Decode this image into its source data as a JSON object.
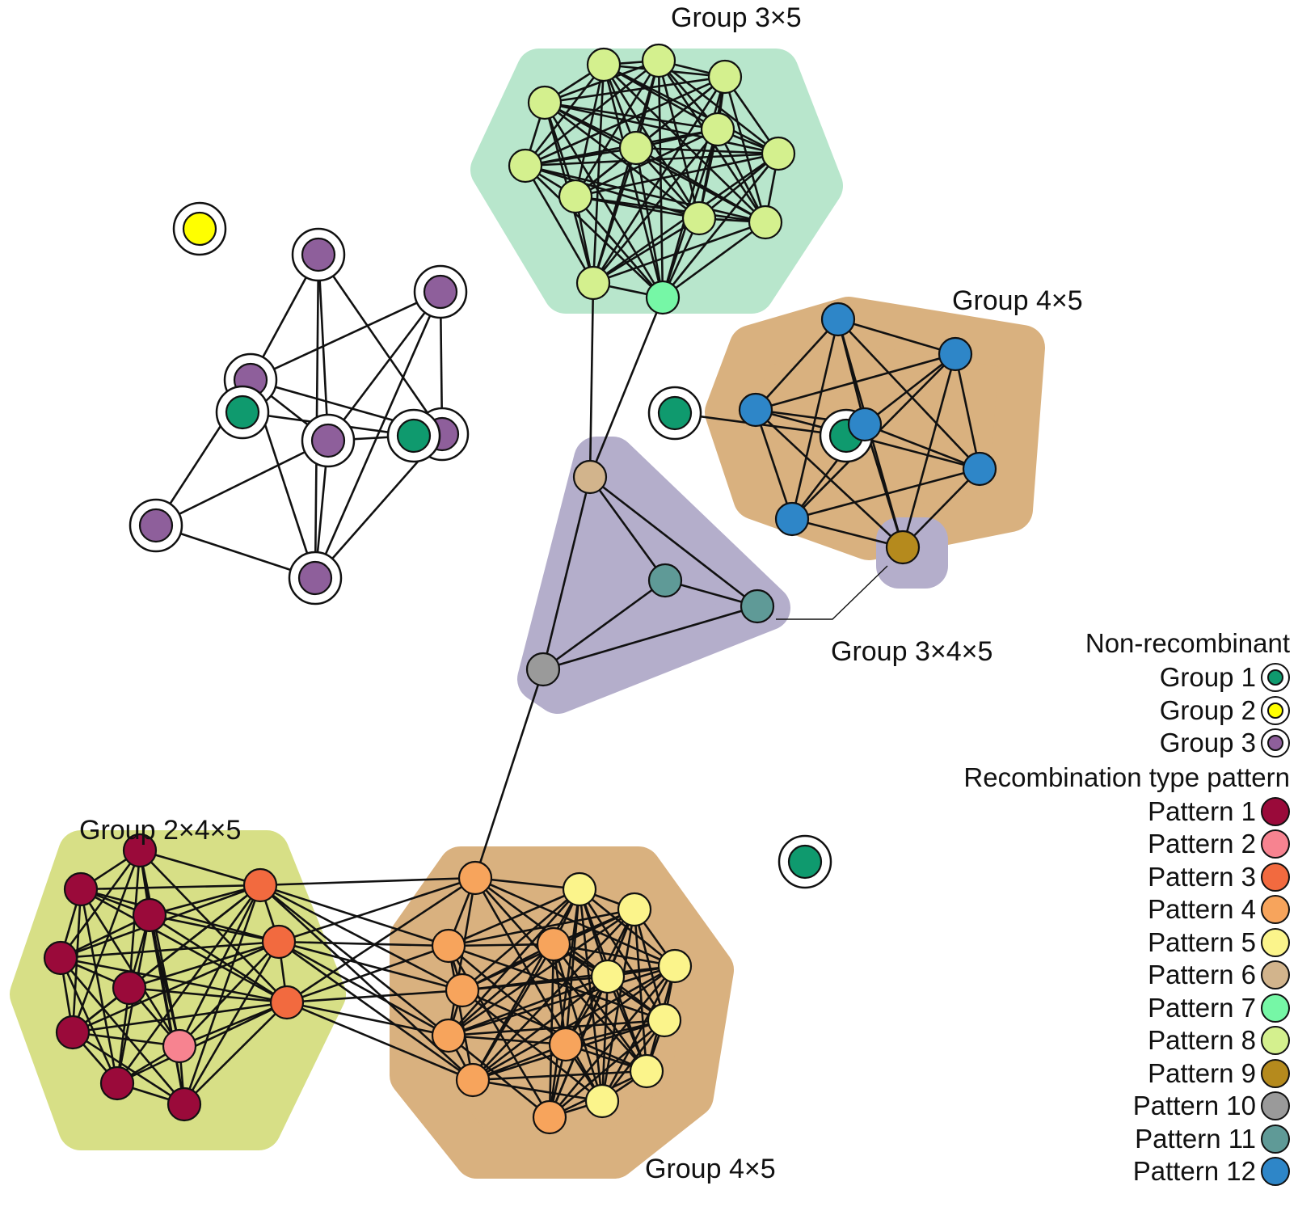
{
  "groups": {
    "g35": "Group 3×5",
    "g45_top": "Group 4×5",
    "g345": "Group 3×4×5",
    "g245": "Group 2×4×5",
    "g45_bottom": "Group 4×5"
  },
  "legend": {
    "nonrec_title": "Non-recombinant",
    "nonrec": [
      {
        "label": "Group 1",
        "color": "#0f9a6e"
      },
      {
        "label": "Group 2",
        "color": "#ffff00"
      },
      {
        "label": "Group 3",
        "color": "#8e5f9b"
      }
    ],
    "pattern_title": "Recombination type pattern",
    "patterns": [
      {
        "label": "Pattern 1",
        "color": "#9a0a3a"
      },
      {
        "label": "Pattern 2",
        "color": "#f78390"
      },
      {
        "label": "Pattern 3",
        "color": "#f26a3f"
      },
      {
        "label": "Pattern 4",
        "color": "#f7a45c"
      },
      {
        "label": "Pattern 5",
        "color": "#fbf48b"
      },
      {
        "label": "Pattern 6",
        "color": "#d2b48c"
      },
      {
        "label": "Pattern 7",
        "color": "#76f7a6"
      },
      {
        "label": "Pattern 8",
        "color": "#d4f08e"
      },
      {
        "label": "Pattern 9",
        "color": "#b58a1d"
      },
      {
        "label": "Pattern 10",
        "color": "#9a9a9a"
      },
      {
        "label": "Pattern 11",
        "color": "#5f9a97"
      },
      {
        "label": "Pattern 12",
        "color": "#2e86c8"
      }
    ]
  }
}
